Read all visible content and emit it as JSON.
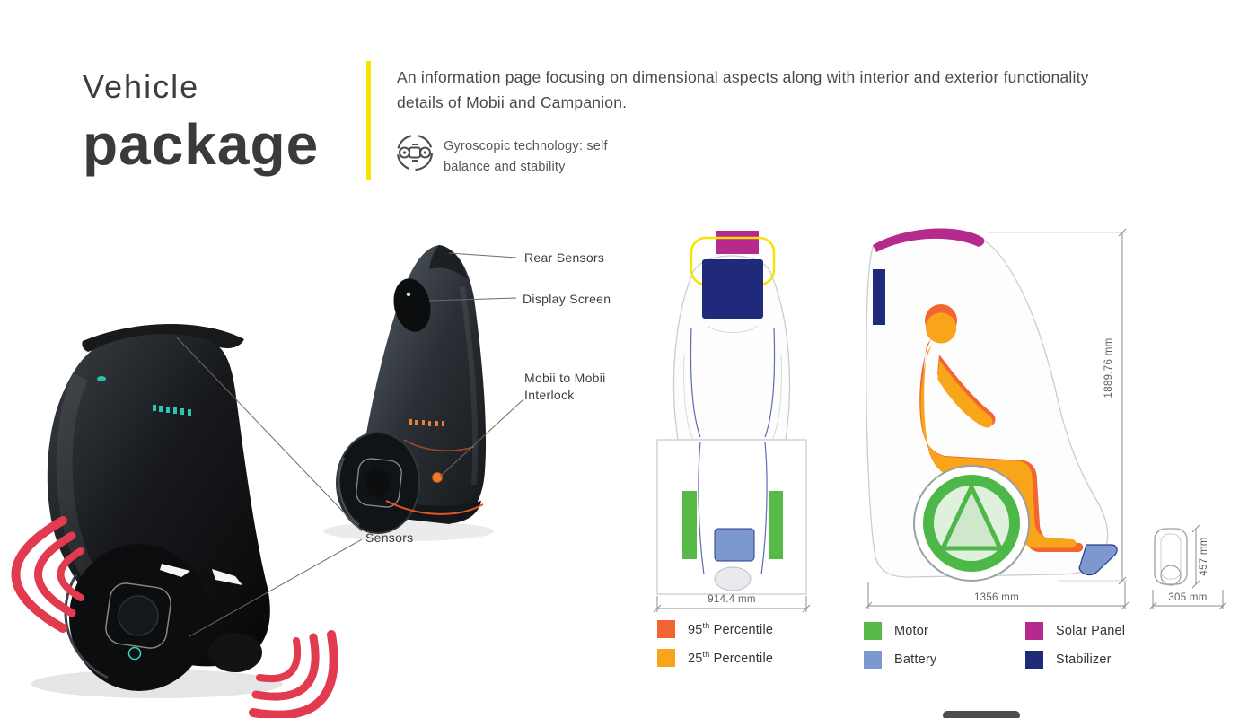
{
  "header": {
    "title_line1": "Vehicle",
    "title_line2": "package",
    "description": "An information page focusing on dimensional aspects along with interior and exterior functionality details of Mobii and Campanion.",
    "gyro_caption_line1": "Gyroscopic technology: self",
    "gyro_caption_line2": "balance and stability"
  },
  "callouts": {
    "rear_sensors": "Rear Sensors",
    "display_screen": "Display Screen",
    "interlock_line1": "Mobii to Mobii",
    "interlock_line2": "Interlock",
    "sensors": "Sensors"
  },
  "dimensions": {
    "front_width": "914.4 mm",
    "overall_height": "1889.76 mm",
    "side_length": "1356 mm",
    "rear_height": "457 mm",
    "rear_depth": "305 mm"
  },
  "legend": [
    {
      "num": "95",
      "sup": "th",
      "rest": " Percentile",
      "color": "#f26430"
    },
    {
      "num": "25",
      "sup": "th",
      "rest": " Percentile",
      "color": "#f9a51a"
    },
    {
      "label": "Motor",
      "color": "#57b947"
    },
    {
      "label": "Battery",
      "color": "#7d97cf"
    },
    {
      "label": "Solar Panel",
      "color": "#b62a8e"
    },
    {
      "label": "Stabilizer",
      "color": "#1f2a7a"
    }
  ],
  "colors": {
    "accent_yellow": "#f6e400",
    "sonar_red": "#e23a4e"
  }
}
